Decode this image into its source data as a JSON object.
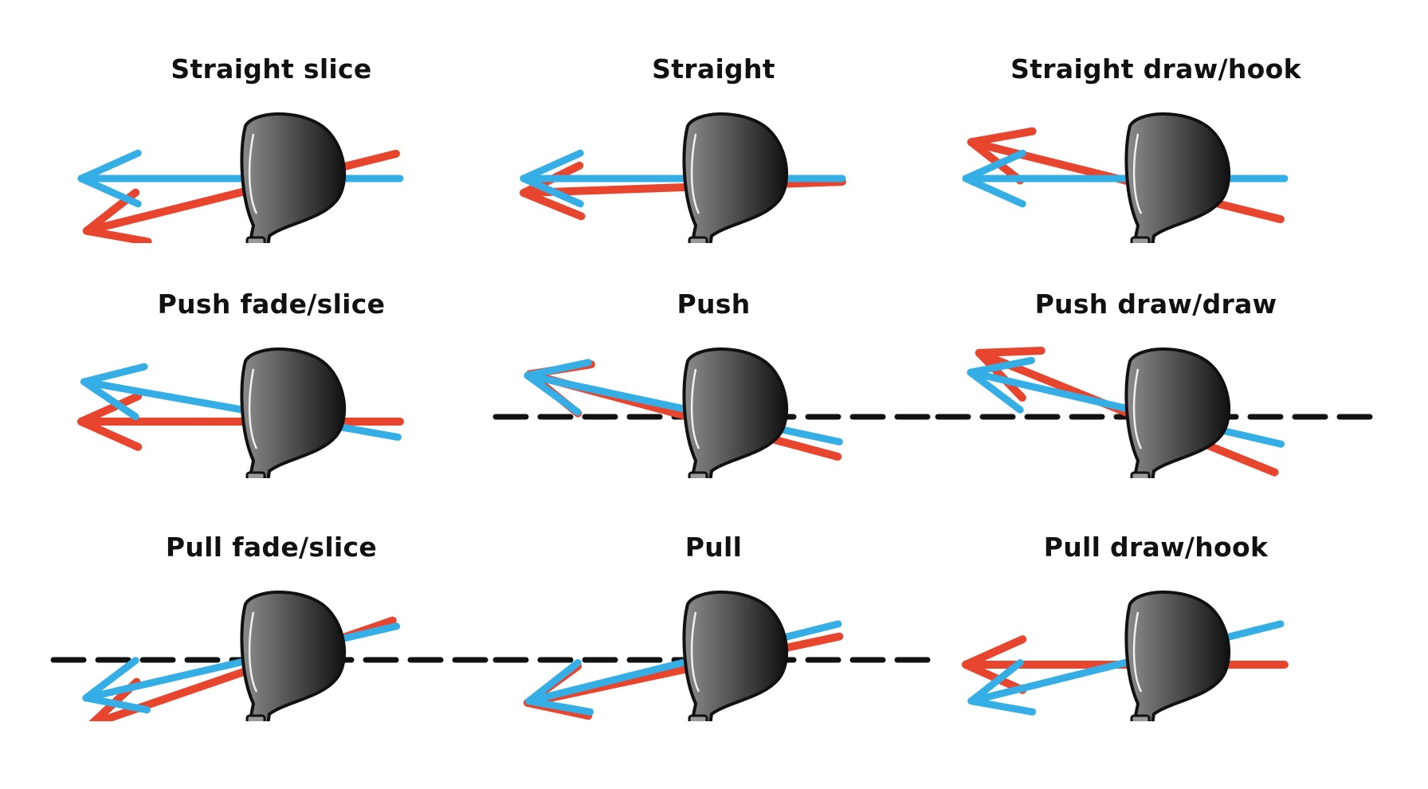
{
  "colors": {
    "club_path": "#e8452f",
    "face_direction": "#35aee6",
    "target_line": "#111111",
    "club_head_dark": "#111111",
    "club_head_light": "#8c8c8c"
  },
  "shots": [
    {
      "title": "Straight slice",
      "red_deg": -14,
      "blue_deg": 0,
      "target_line": false
    },
    {
      "title": "Straight",
      "red_deg": -2,
      "blue_deg": 0,
      "target_line": false
    },
    {
      "title": "Straight draw/hook",
      "red_deg": 14,
      "blue_deg": 0,
      "target_line": false
    },
    {
      "title": "Push fade/slice",
      "red_deg": 0,
      "blue_deg": 10,
      "target_line": false
    },
    {
      "title": "Push",
      "red_deg": 15,
      "blue_deg": 12,
      "target_line": true
    },
    {
      "title": "Push draw/draw",
      "red_deg": 22,
      "blue_deg": 13,
      "target_line": true
    },
    {
      "title": "Pull fade/slice",
      "red_deg": -19,
      "blue_deg": -13,
      "target_line": true
    },
    {
      "title": "Pull",
      "red_deg": -12,
      "blue_deg": -14,
      "target_line": true
    },
    {
      "title": "Pull draw/hook",
      "red_deg": 0,
      "blue_deg": -14,
      "target_line": false
    }
  ]
}
